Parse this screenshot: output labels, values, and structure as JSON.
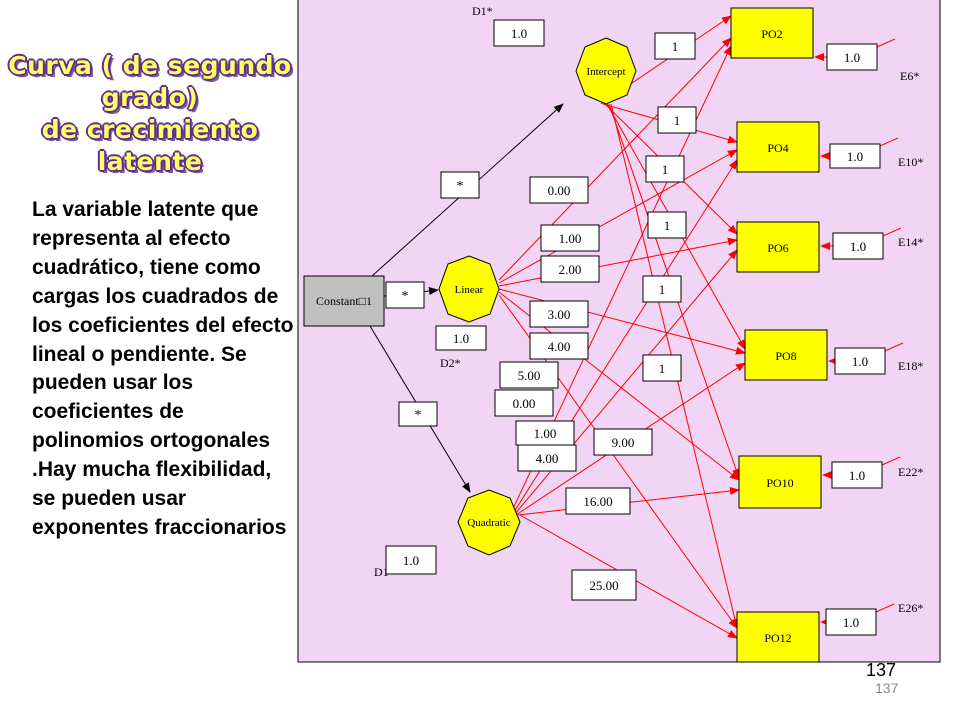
{
  "title": {
    "line1": "Curva ( de segundo grado)",
    "line2": "de crecimiento latente"
  },
  "description": "La variable latente que representa al efecto cuadrático, tiene como cargas los cuadrados de los coeficientes del efecto lineal o pendiente. Se pueden usar los coeficientes de polinomios ortogonales .Hay mucha flexibilidad, se pueden usar exponentes fraccionarios",
  "page_number": "137",
  "page_number_small": "137",
  "colors": {
    "panel": "#f2d5f5",
    "latent_fill": "#ffff00",
    "observed_fill": "#ffff00",
    "constant_fill": "#c0c0c0",
    "path": "#ff0000",
    "title_fill": "#ffff66",
    "title_outline": "#5f2d8e"
  },
  "diagram": {
    "constant": "Constant□1",
    "latents": {
      "intercept": "Intercept",
      "linear": "Linear",
      "quadratic": "Quadratic"
    },
    "disturbances": {
      "d1": "D1*",
      "d2": "D2*",
      "d3": "D1"
    },
    "variances": {
      "intercept": "1.0",
      "linear": "1.0",
      "quadratic": "1.0"
    },
    "constant_paths": [
      "*",
      "*",
      "*"
    ],
    "observed": [
      {
        "name": "PO2",
        "error": "E6*",
        "variance": "1.0"
      },
      {
        "name": "PO4",
        "error": "E10*",
        "variance": "1.0"
      },
      {
        "name": "PO6",
        "error": "E14*",
        "variance": "1.0"
      },
      {
        "name": "PO8",
        "error": "E18*",
        "variance": "1.0"
      },
      {
        "name": "PO10",
        "error": "E22*",
        "variance": "1.0"
      },
      {
        "name": "PO12",
        "error": "E26*",
        "variance": "1.0"
      }
    ],
    "intercept_loadings": [
      "1",
      "1",
      "1",
      "1",
      "1",
      "1"
    ],
    "linear_loadings": [
      "0.00",
      "1.00",
      "2.00",
      "3.00",
      "4.00",
      "5.00"
    ],
    "quadratic_loadings": [
      "0.00",
      "1.00",
      "4.00",
      "9.00",
      "16.00",
      "25.00"
    ]
  }
}
